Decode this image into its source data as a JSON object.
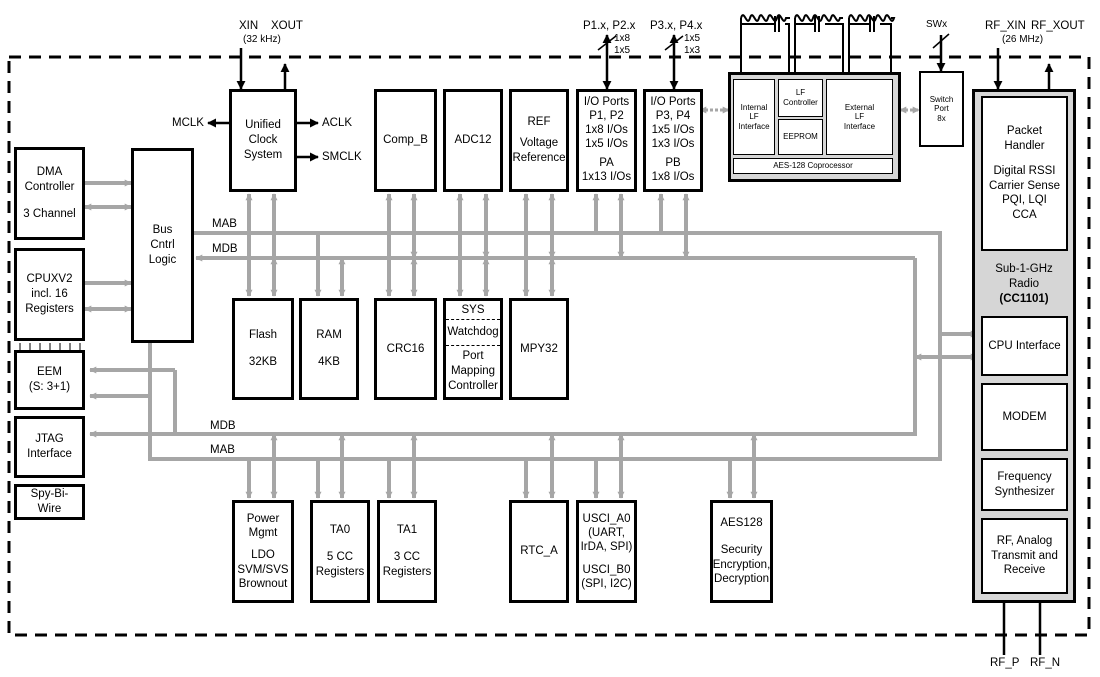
{
  "blocks": {
    "dma": [
      "DMA",
      "Controller",
      "3 Channel"
    ],
    "cpu": [
      "CPUXV2",
      "incl. 16",
      "Registers"
    ],
    "eem": [
      "EEM",
      "(S: 3+1)"
    ],
    "jtag": [
      "JTAG",
      "Interface"
    ],
    "spybiwire": [
      "Spy-Bi-",
      "Wire"
    ],
    "bus": [
      "Bus",
      "Cntrl",
      "Logic"
    ],
    "ucs": [
      "Unified",
      "Clock",
      "System"
    ],
    "compb": "Comp_B",
    "adc": "ADC12",
    "ref": [
      "REF",
      "Voltage",
      "Reference"
    ],
    "pa": [
      "I/O Ports",
      "P1, P2",
      "1x8 I/Os",
      "1x5 I/Os",
      "PA",
      "1x13 I/Os"
    ],
    "pb": [
      "I/O Ports",
      "P3, P4",
      "1x5 I/Os",
      "1x3 I/Os",
      "PB",
      "1x8 I/Os"
    ],
    "flash": [
      "Flash",
      "32KB"
    ],
    "ram": [
      "RAM",
      "4KB"
    ],
    "crc": "CRC16",
    "sys": [
      "SYS",
      "Watchdog",
      "Port",
      "Mapping",
      "Controller"
    ],
    "mpy": "MPY32",
    "pmm": [
      "Power",
      "Mgmt",
      "LDO",
      "SVM/SVS",
      "Brownout"
    ],
    "ta0": [
      "TA0",
      "5 CC",
      "Registers"
    ],
    "ta1": [
      "TA1",
      "3 CC",
      "Registers"
    ],
    "rtc": "RTC_A",
    "usci": [
      "USCI_A0",
      "(UART,",
      "IrDA, SPI)",
      "USCI_B0",
      "(SPI, I2C)"
    ],
    "aes": [
      "AES128",
      "Security",
      "Encryption,",
      "Decryption"
    ],
    "switch_port": [
      "Switch",
      "Port",
      "8x"
    ],
    "aes_copro": {
      "internal": [
        "Internal",
        "LF",
        "Interface"
      ],
      "lf_ctrl": [
        "LF",
        "Controller"
      ],
      "eeprom": "EEPROM",
      "external": [
        "External",
        "LF",
        "Interface"
      ],
      "copro": "AES-128 Coprocessor"
    },
    "radio": {
      "packet": [
        "Packet",
        "Handler",
        "Digital RSSI",
        "Carrier Sense",
        "PQI, LQI",
        "CCA"
      ],
      "sub1ghz": [
        "Sub-1-GHz",
        "Radio"
      ],
      "chip": "CC1101",
      "cpu_if": "CPU Interface",
      "modem": "MODEM",
      "freq": [
        "Frequency",
        "Synthesizer"
      ],
      "rf": [
        "RF, Analog",
        "Transmit and",
        "Receive"
      ]
    }
  },
  "labels": {
    "xin": "XIN",
    "xout": "XOUT",
    "xtal": "(32 kHz)",
    "mclk": "MCLK",
    "aclk": "ACLK",
    "smclk": "SMCLK",
    "mab": "MAB",
    "mdb": "MDB",
    "p12": "P1.x, P2.x",
    "p12_w1": "1x8",
    "p12_w2": "1x5",
    "p34": "P3.x, P4.x",
    "p34_w1": "1x5",
    "p34_w2": "1x3",
    "swx": "SWx",
    "rf_xin": "RF_XIN",
    "rf_xout": "RF_XOUT",
    "rf_xtal": "(26 MHz)",
    "rf_p": "RF_P",
    "rf_n": "RF_N"
  },
  "colors": {
    "bus": "#a6a6a6",
    "panel": "#d6d6d6",
    "line": "#000000"
  }
}
